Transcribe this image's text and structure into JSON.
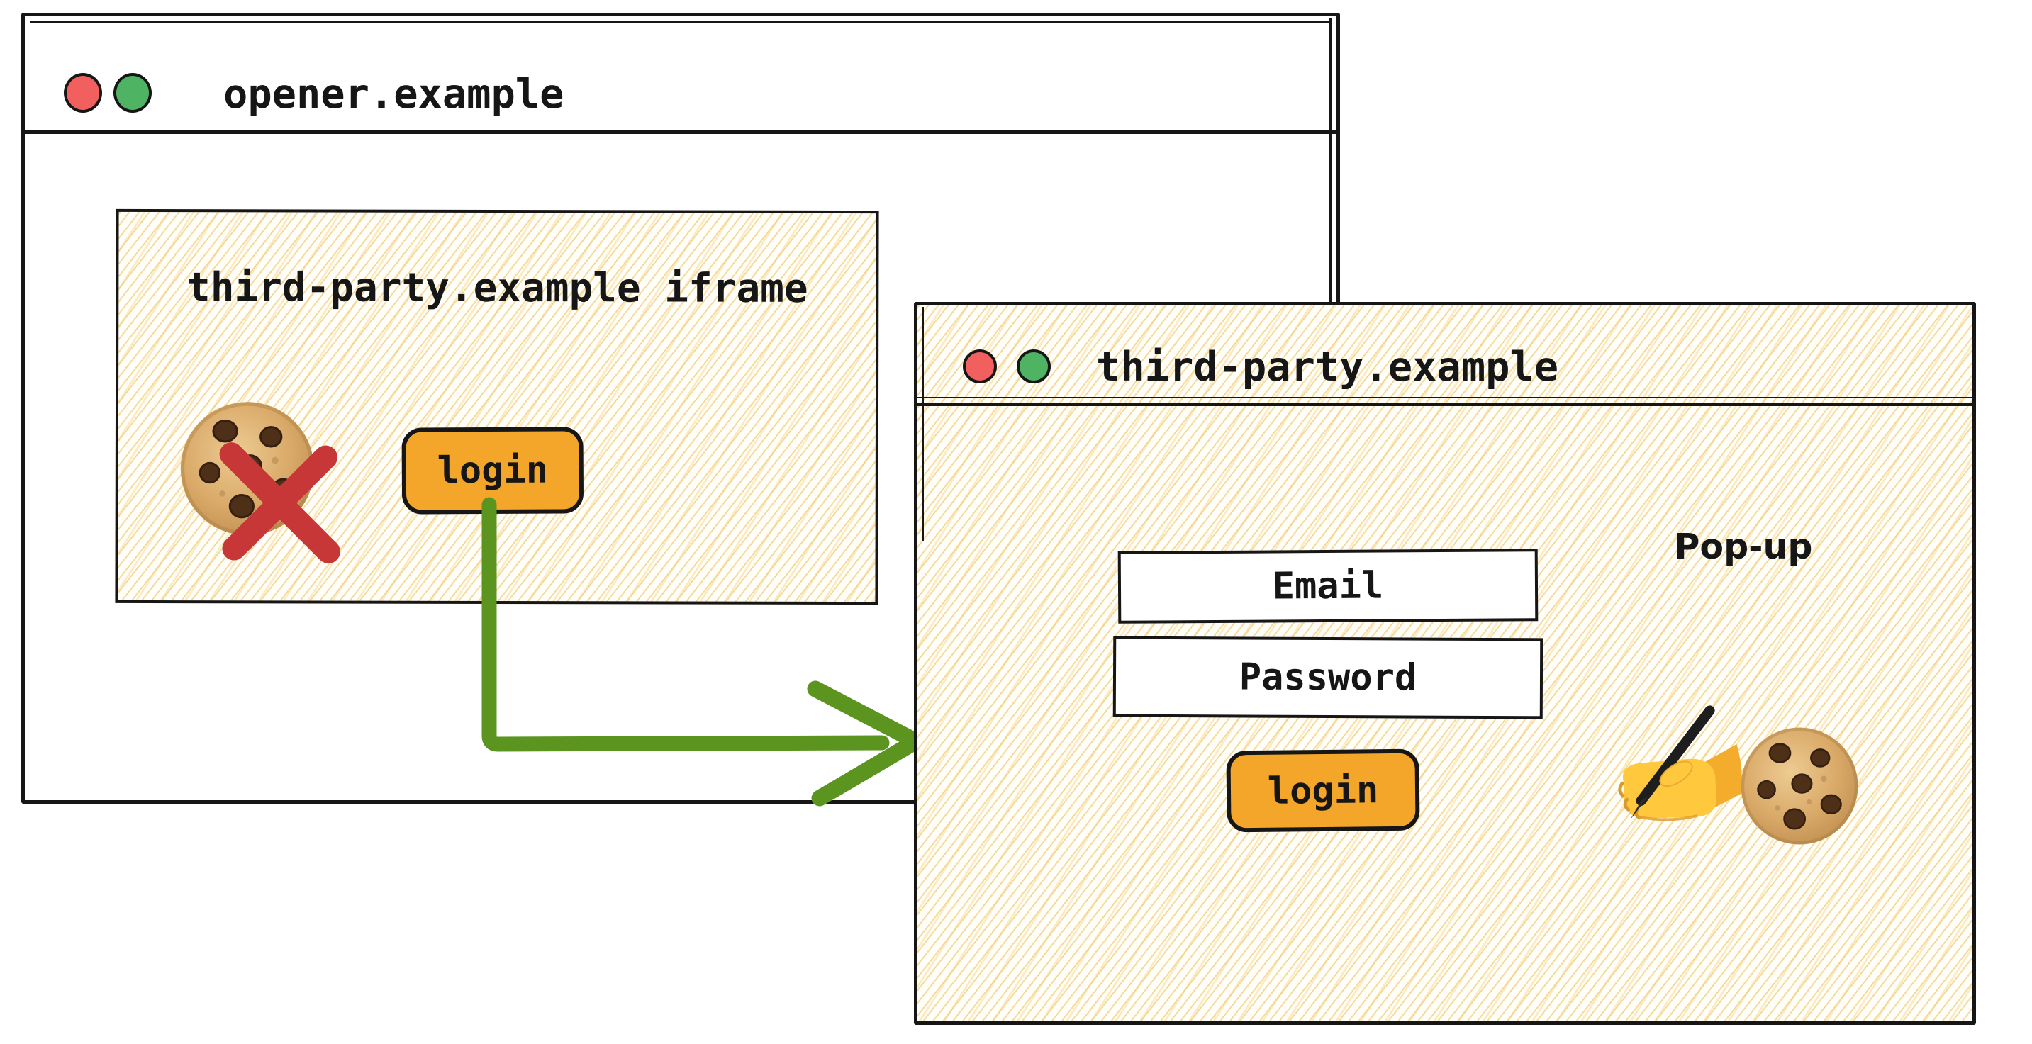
{
  "opener_window": {
    "title": "opener.example",
    "iframe": {
      "label": "third-party.example iframe",
      "login_button_label": "login",
      "blocked_cookie_icon": "cookie-with-red-x"
    }
  },
  "popup_window": {
    "title": "third-party.example",
    "window_label": "Pop-up",
    "email_field_label": "Email",
    "password_field_label": "Password",
    "login_button_label": "login",
    "icons": [
      "writing-hand-icon",
      "cookie-icon"
    ]
  },
  "colors": {
    "window_border": "#161616",
    "accent_orange": "#F4A62A",
    "arrow_green": "#5C9420",
    "blocked_red": "#C83737",
    "dot_red": "#F15F5F",
    "dot_green": "#4FB364",
    "hatch_line": "#F2CD80",
    "background": "#FFFFFF"
  }
}
